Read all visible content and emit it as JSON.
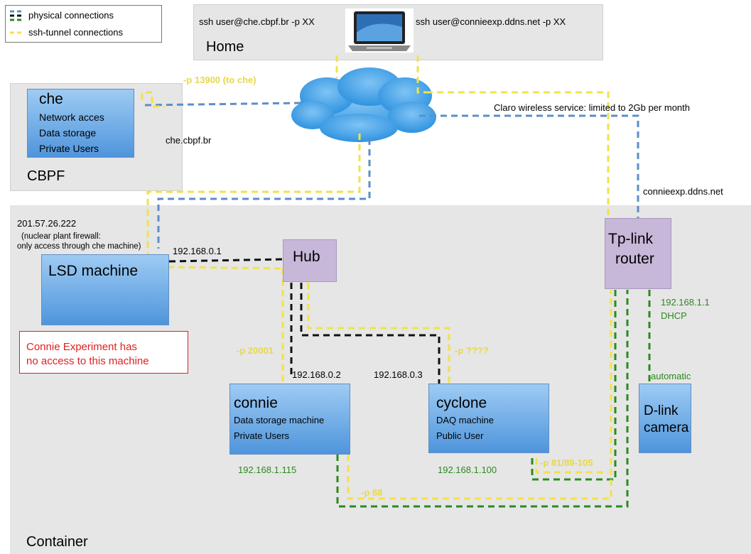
{
  "legend": {
    "physical": "physical connections",
    "tunnel": "ssh-tunnel connections"
  },
  "home": {
    "label": "Home",
    "cmd_che": "ssh user@che.cbpf.br -p XX",
    "cmd_connie": "ssh user@connieexp.ddns.net -p XX"
  },
  "cbpf": {
    "label": "CBPF",
    "che_title": "che",
    "che_lines": [
      "Network acces",
      "Data storage",
      "Private Users"
    ],
    "host": "che.cbpf.br",
    "tunnel_label": "-p 13900 (to che)"
  },
  "internet": {
    "claro": "Claro wireless service: limited to 2Gb per month",
    "ddns": "connieexp.ddns.net"
  },
  "container": {
    "label": "Container",
    "firewall_ip": "201.57.26.222",
    "firewall_note1": "(nuclear plant firewall:",
    "firewall_note2": "only access through che machine)",
    "lsd_title": "LSD machine",
    "lsd_ip": "192.168.0.1",
    "warning1": "Connie Experiment has",
    "warning2": "no access to this machine",
    "hub": "Hub",
    "router1": "Tp-link",
    "router2": "router",
    "router_ip": "192.168.1.1",
    "router_dhcp": "DHCP",
    "connie_title": "connie",
    "connie_line1": "Data storage machine",
    "connie_line2": "Private Users",
    "connie_ip_hub": "192.168.0.2",
    "connie_ip_lan": "192.168.1.115",
    "connie_port": "-p 20001",
    "cyclone_title": "cyclone",
    "cyclone_line1": "DAQ machine",
    "cyclone_line2": "Public User",
    "cyclone_ip_hub": "192.168.0.3",
    "cyclone_ip_lan": "192.168.1.100",
    "cyclone_port": "-p ????",
    "camera1": "D-link",
    "camera2": "camera",
    "camera_auto": "automatic",
    "port_81": "-p 81/89-105",
    "port_88": "-p 88"
  },
  "colors": {
    "physical_black": "#111111",
    "physical_blue": "#5b8fc7",
    "physical_green": "#2b8a1d",
    "tunnel_yellow": "#f2e24a",
    "region_gray": "#e6e6e6"
  }
}
